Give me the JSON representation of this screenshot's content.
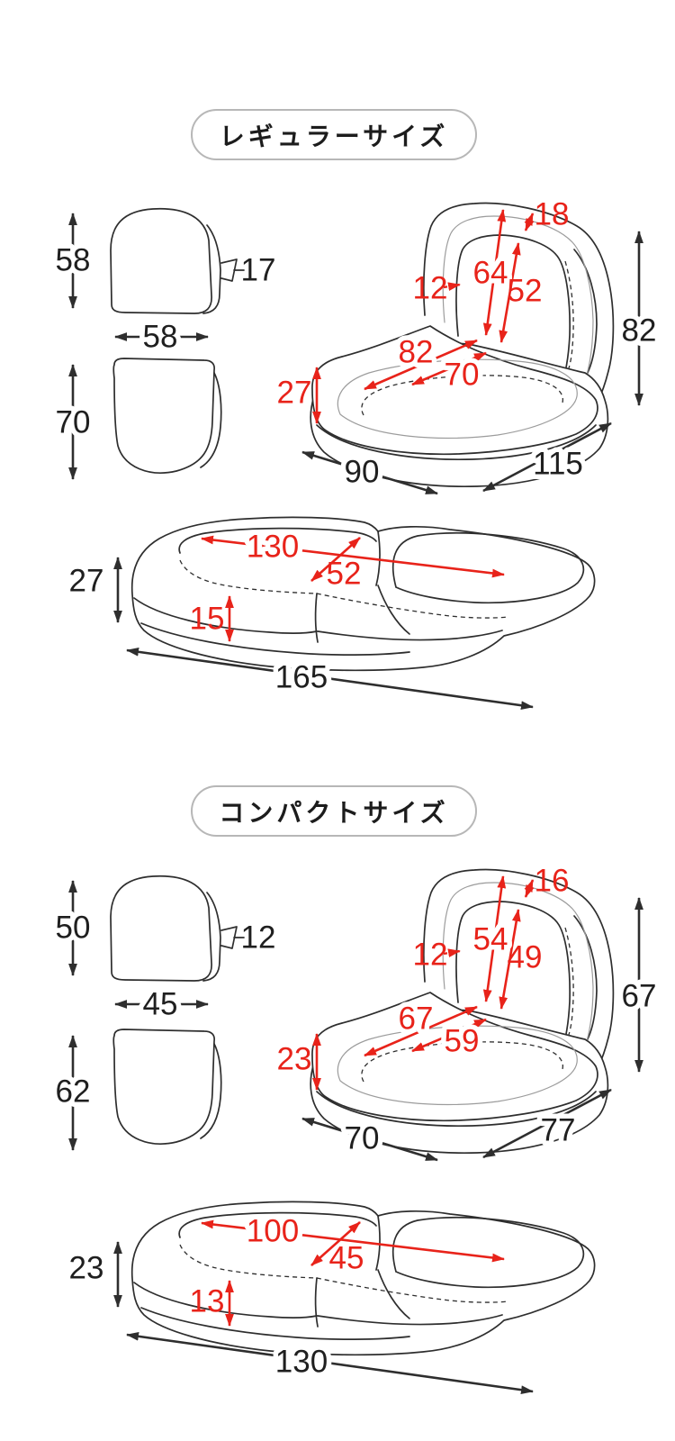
{
  "colors": {
    "red": "#e8231a",
    "ink": "#2e2e2e",
    "gray": "#9c9c9c",
    "pill_border": "#b7b7b7",
    "background": "#ffffff"
  },
  "regular": {
    "title": "レギュラーサイズ",
    "back_cushion": {
      "height": "58",
      "width": "58",
      "thickness": "17"
    },
    "seat_cushion": {
      "depth": "70"
    },
    "chair": {
      "back_top_depth": "18",
      "back_outer_length": "64",
      "back_inner_height": "52",
      "back_thickness": "12",
      "seat_outer_width": "82",
      "seat_inner_width": "70",
      "seat_thickness": "27",
      "total_height": "82",
      "total_depth": "90",
      "total_width": "115"
    },
    "flat": {
      "inner_length": "130",
      "inner_depth": "52",
      "thickness": "27",
      "base_thickness": "15",
      "total_length": "165"
    }
  },
  "compact": {
    "title": "コンパクトサイズ",
    "back_cushion": {
      "height": "50",
      "width": "45",
      "thickness": "12"
    },
    "seat_cushion": {
      "depth": "62"
    },
    "chair": {
      "back_top_depth": "16",
      "back_outer_length": "54",
      "back_inner_height": "49",
      "back_thickness": "12",
      "seat_outer_width": "67",
      "seat_inner_width": "59",
      "seat_thickness": "23",
      "total_height": "67",
      "total_depth": "70",
      "total_width": "77"
    },
    "flat": {
      "inner_length": "100",
      "inner_depth": "45",
      "thickness": "23",
      "base_thickness": "13",
      "total_length": "130"
    }
  }
}
